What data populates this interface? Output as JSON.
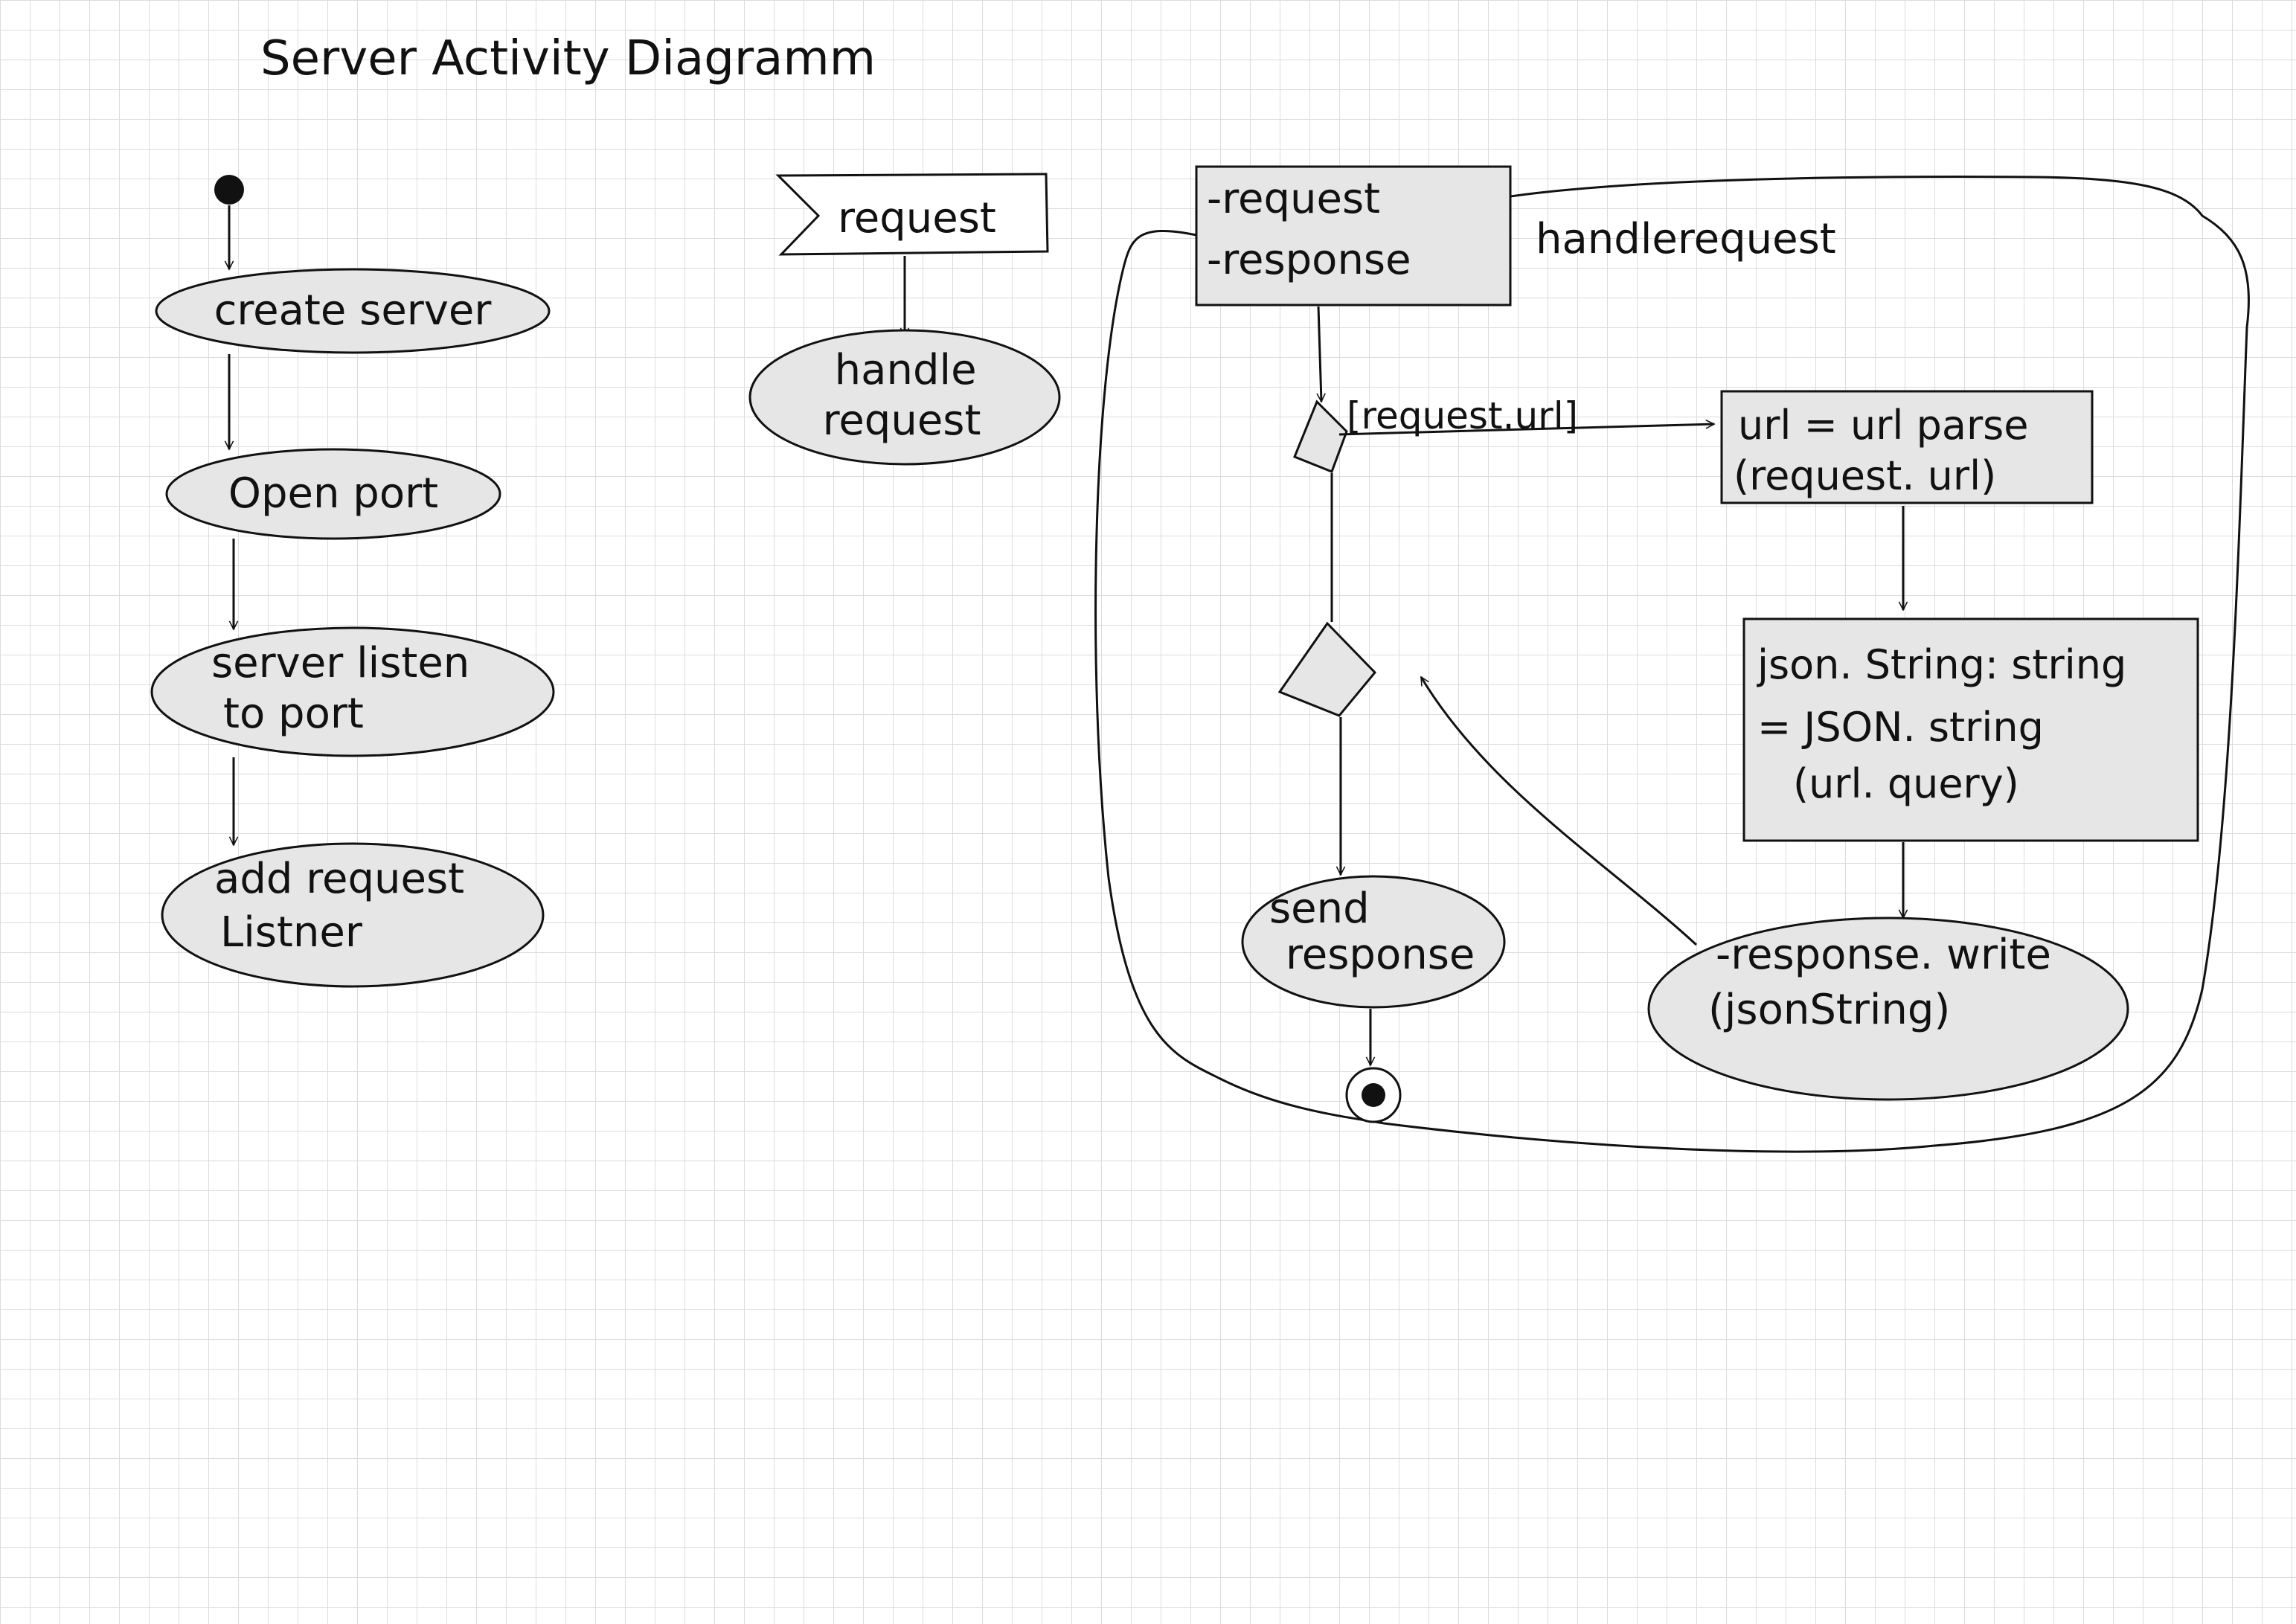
{
  "title": "Server Activity Diagramm",
  "left_flow": {
    "create_server": "create server",
    "open_port": "Open port",
    "server_listen": [
      "server listen",
      "to port"
    ],
    "add_listener": [
      "add request",
      "Listner"
    ]
  },
  "event": {
    "signal": "request",
    "handle": [
      "handle",
      "request"
    ]
  },
  "handler": {
    "params": [
      "-request",
      "-response"
    ],
    "name": "handlerequest",
    "guard": "[request.url]",
    "parse": [
      "url = url parse",
      "(request. url)"
    ],
    "json": [
      "json. String: string",
      "= JSON. string",
      "(url. query)"
    ],
    "write": [
      "-response. write",
      "(jsonString)"
    ],
    "send": [
      "send",
      "response"
    ]
  }
}
